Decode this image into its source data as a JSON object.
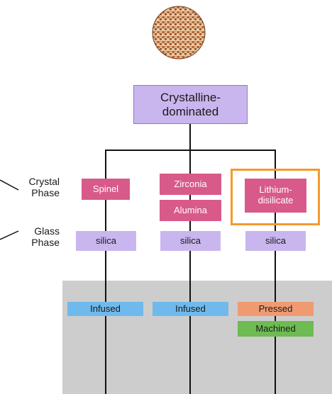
{
  "top_node": {
    "label": "Crystalline-\ndominated"
  },
  "labels": {
    "crystal_phase": "Crystal\nPhase",
    "glass_phase": "Glass\nPhase"
  },
  "columns": [
    {
      "crystal": [
        "Spinel"
      ],
      "glass": "silica",
      "process": [
        "Infused"
      ]
    },
    {
      "crystal": [
        "Zirconia",
        "Alumina"
      ],
      "glass": "silica",
      "process": [
        "Infused"
      ]
    },
    {
      "crystal": [
        "Lithium-\ndisilicate"
      ],
      "glass": "silica",
      "process": [
        "Pressed",
        "Machined"
      ],
      "highlighted": true
    }
  ],
  "colors": {
    "crystal_box": "#d85a8a",
    "glass_box": "#c9b6ee",
    "infused_box": "#6fb9ec",
    "pressed_box": "#f09a72",
    "machined_box": "#6dbb52",
    "highlight": "#f39a2e",
    "process_band": "#cdcdcd"
  },
  "icons": {
    "microstructure": "microstructure-disc-icon"
  }
}
